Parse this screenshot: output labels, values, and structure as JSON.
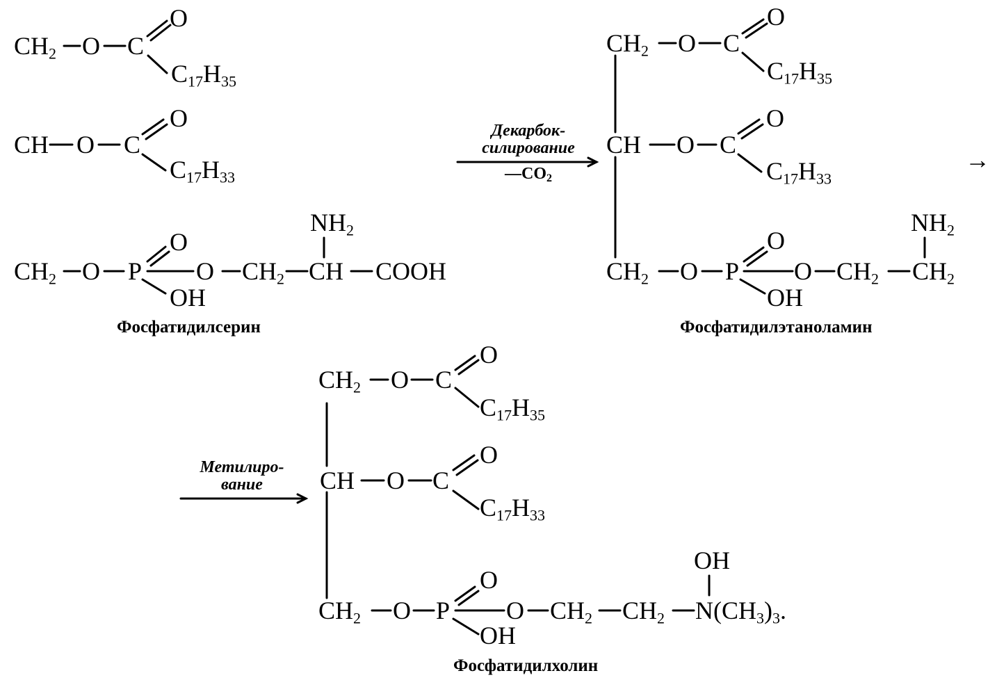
{
  "atoms": {
    "ch2": "CH",
    "ch": "CH",
    "o": "O",
    "c": "C",
    "p": "P",
    "oh": "OH",
    "nh2": "NH",
    "cooh": "COOH",
    "n": "N",
    "me3": "(CH",
    "me3_close": ")",
    "period": "."
  },
  "chains": {
    "stearoyl": "C",
    "oleoyl": "C"
  },
  "subscripts": {
    "two": "2",
    "three": "3",
    "c17": "17",
    "h35": "35",
    "h33": "33"
  },
  "reactions": {
    "decarboxylation": {
      "line1": "Декарбок-",
      "line2": "силирование",
      "below": "—CO"
    },
    "methylation": {
      "line1": "Метилиро-",
      "line2": "вание"
    },
    "next_arrow": "→"
  },
  "compounds": {
    "phosphatidylserine": "Фосфатидилсерин",
    "phosphatidylethanolamine": "Фосфатидилэтаноламин",
    "phosphatidylcholine": "Фосфатидилхолин"
  }
}
